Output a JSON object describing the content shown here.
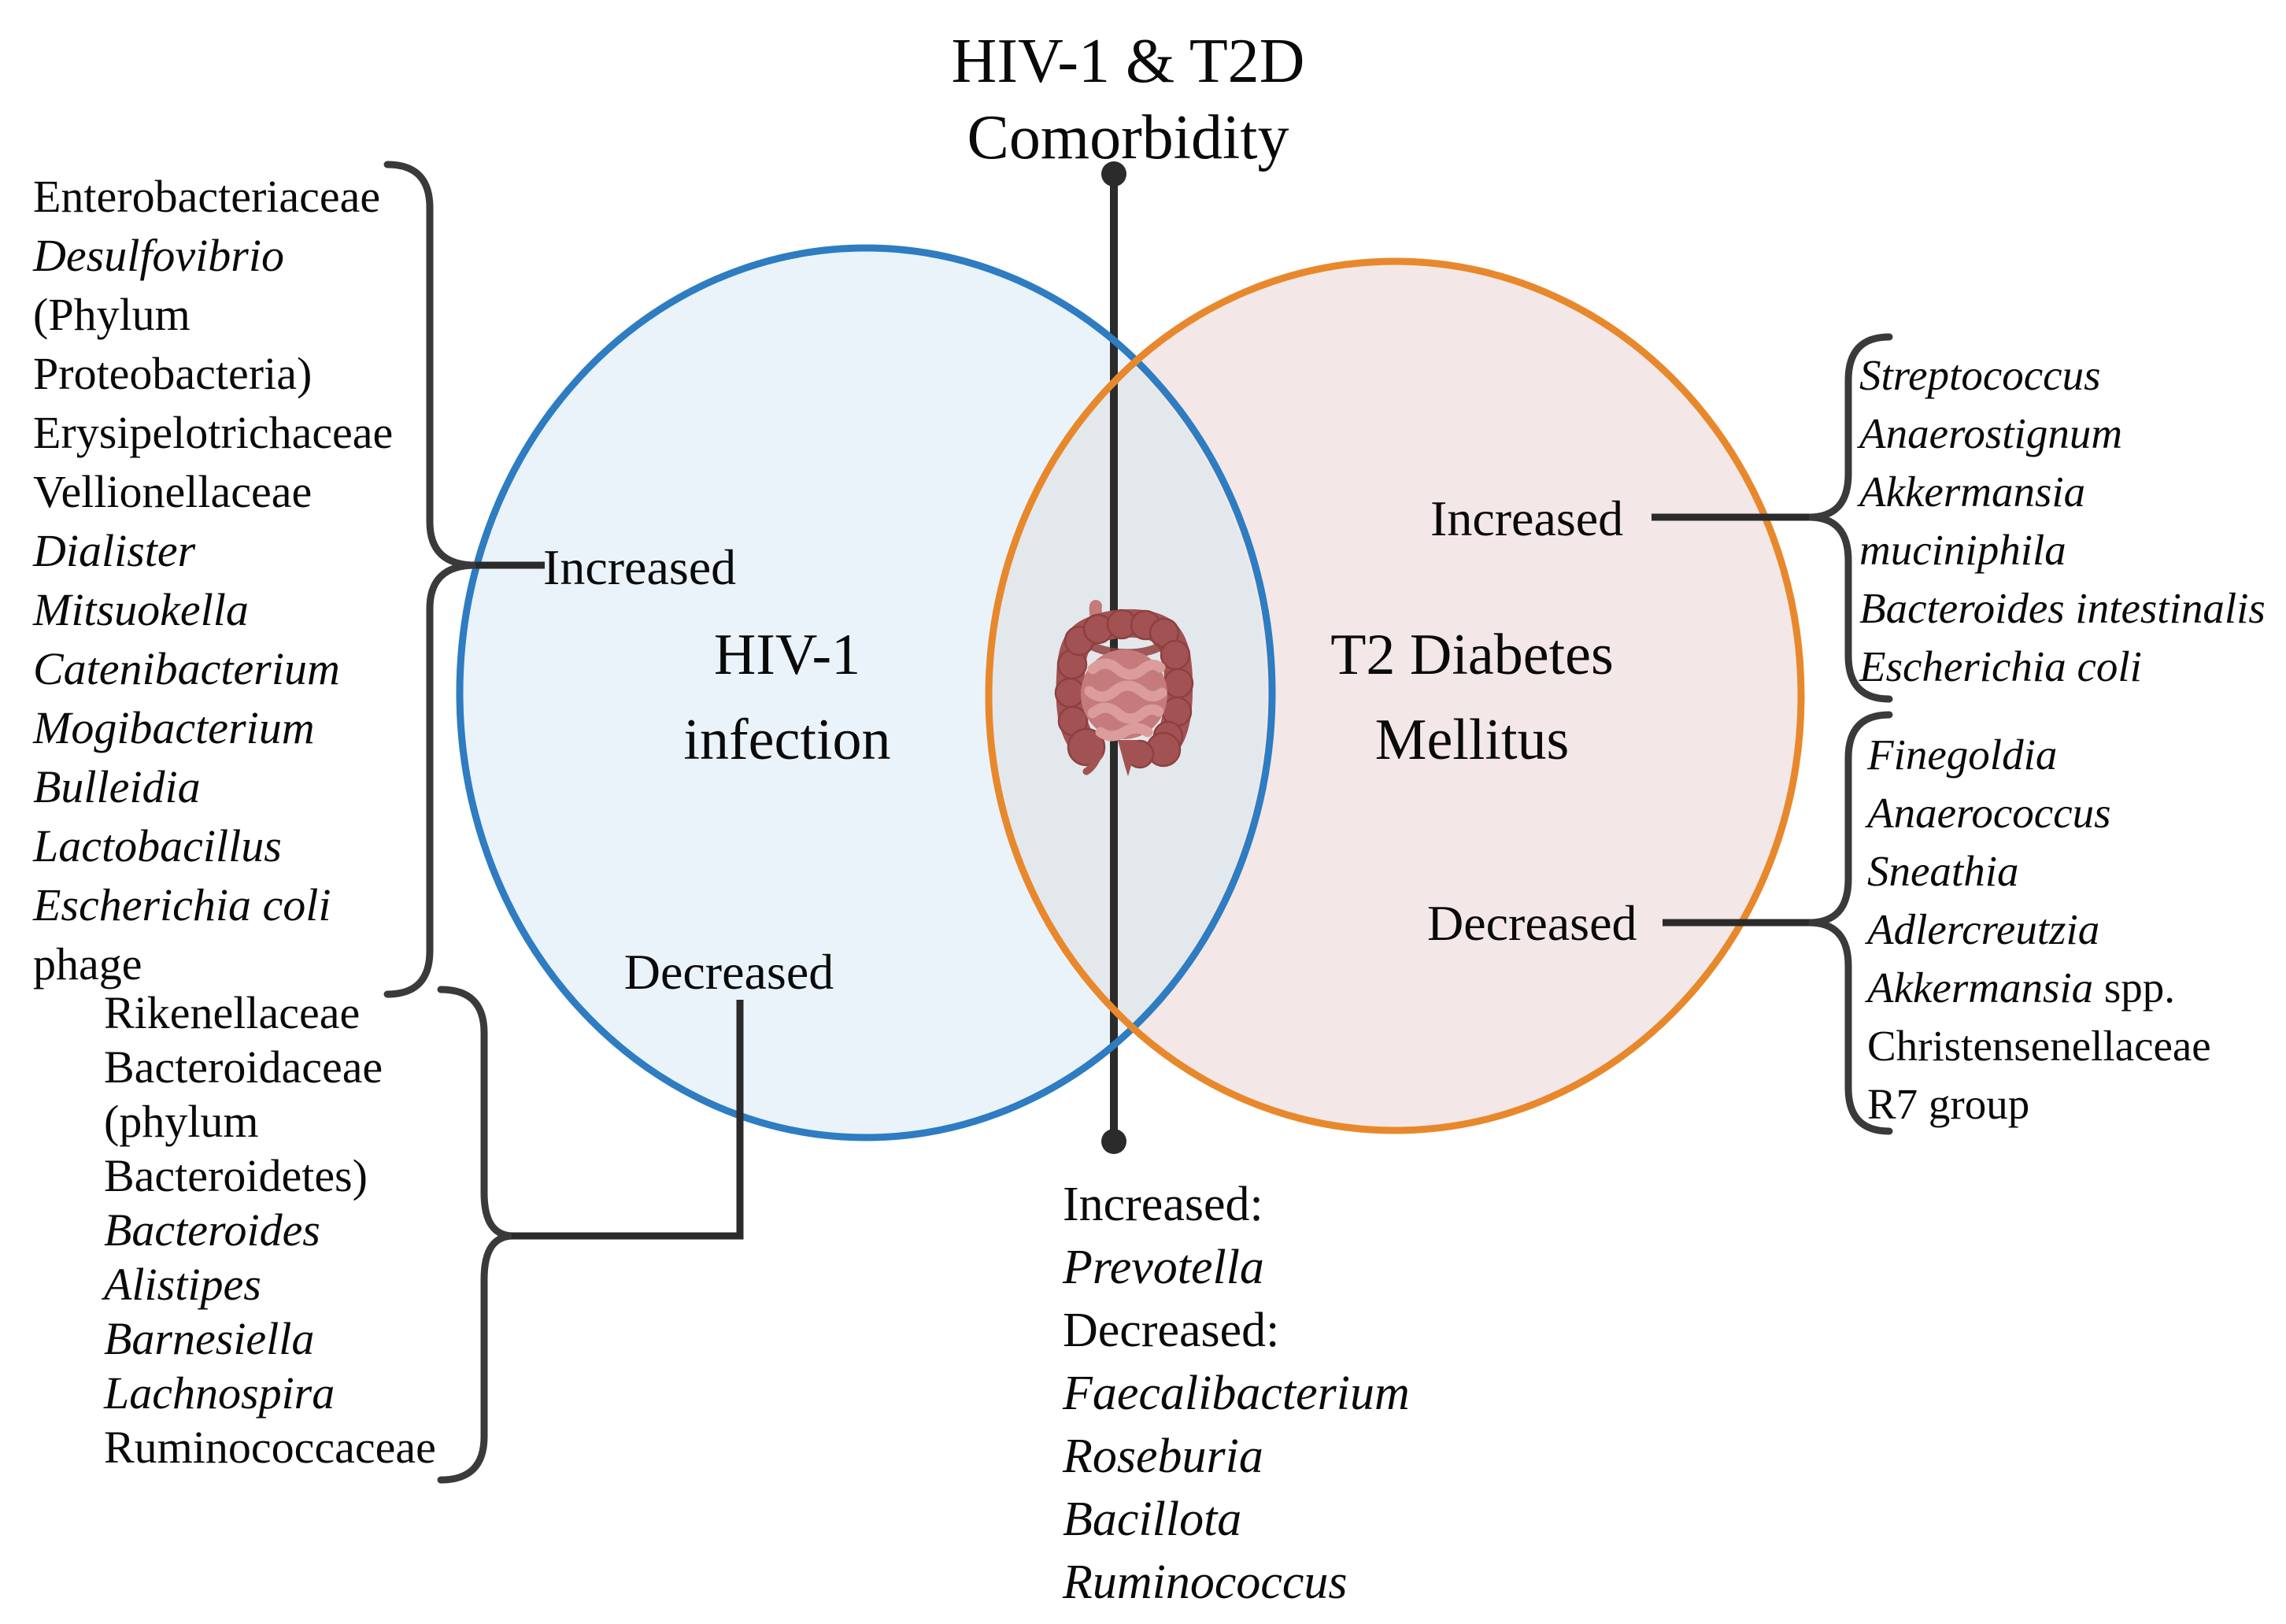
{
  "title": {
    "line1": "HIV-1 & T2D",
    "line2": "Comorbidity"
  },
  "venn": {
    "left_circle": {
      "line1": "HIV-1",
      "line2": "infection",
      "increased_label": "Increased",
      "decreased_label": "Decreased"
    },
    "right_circle": {
      "line1": "T2 Diabetes",
      "line2": "Mellitus",
      "increased_label": "Increased",
      "decreased_label": "Decreased"
    },
    "center_icon": "intestine-icon"
  },
  "lists": {
    "hiv_increased": [
      [
        {
          "t": "Enterobacteriaceae",
          "i": false
        }
      ],
      [
        {
          "t": "Desulfovibrio",
          "i": true
        }
      ],
      [
        {
          "t": "(Phylum",
          "i": false
        }
      ],
      [
        {
          "t": "Proteobacteria)",
          "i": false
        }
      ],
      [
        {
          "t": "Erysipelotrichaceae",
          "i": false
        }
      ],
      [
        {
          "t": "Vellionellaceae",
          "i": false
        }
      ],
      [
        {
          "t": "Dialister",
          "i": true
        }
      ],
      [
        {
          "t": "Mitsuokella",
          "i": true
        }
      ],
      [
        {
          "t": "Catenibacterium",
          "i": true
        }
      ],
      [
        {
          "t": "Mogibacterium",
          "i": true
        }
      ],
      [
        {
          "t": "Bulleidia",
          "i": true
        }
      ],
      [
        {
          "t": "Lactobacillus",
          "i": true
        }
      ],
      [
        {
          "t": "Escherichia coli",
          "i": true
        }
      ],
      [
        {
          "t": "phage",
          "i": false
        }
      ]
    ],
    "hiv_decreased": [
      [
        {
          "t": "Rikenellaceae",
          "i": false
        }
      ],
      [
        {
          "t": "Bacteroidaceae",
          "i": false
        }
      ],
      [
        {
          "t": "(phylum",
          "i": false
        }
      ],
      [
        {
          "t": "Bacteroidetes)",
          "i": false
        }
      ],
      [
        {
          "t": "Bacteroides",
          "i": true
        }
      ],
      [
        {
          "t": "Alistipes",
          "i": true
        }
      ],
      [
        {
          "t": "Barnesiella",
          "i": true
        }
      ],
      [
        {
          "t": "Lachnospira",
          "i": true
        }
      ],
      [
        {
          "t": "Ruminococcaceae",
          "i": false
        }
      ]
    ],
    "t2d_increased": [
      [
        {
          "t": "Streptococcus",
          "i": true
        }
      ],
      [
        {
          "t": "Anaerostignum",
          "i": true
        }
      ],
      [
        {
          "t": "Akkermansia",
          "i": true
        }
      ],
      [
        {
          "t": "muciniphila",
          "i": true
        }
      ],
      [
        {
          "t": "Bacteroides intestinalis",
          "i": true
        }
      ],
      [
        {
          "t": "Escherichia coli",
          "i": true
        }
      ]
    ],
    "t2d_decreased": [
      [
        {
          "t": "Finegoldia",
          "i": true
        }
      ],
      [
        {
          "t": "Anaerococcus",
          "i": true
        }
      ],
      [
        {
          "t": "Sneathia",
          "i": true
        }
      ],
      [
        {
          "t": "Adlercreutzia",
          "i": true
        }
      ],
      [
        {
          "t": "Akkermansia",
          "i": true
        },
        {
          "t": " spp.",
          "i": false
        }
      ],
      [
        {
          "t": "Christensenellaceae",
          "i": false
        }
      ],
      [
        {
          "t": "R7 group",
          "i": false
        }
      ]
    ],
    "comorbidity": [
      [
        {
          "t": "Increased:",
          "i": false
        }
      ],
      [
        {
          "t": "Prevotella",
          "i": true
        }
      ],
      [
        {
          "t": "Decreased:",
          "i": false
        }
      ],
      [
        {
          "t": "Faecalibacterium",
          "i": true
        }
      ],
      [
        {
          "t": "Roseburia",
          "i": true
        }
      ],
      [
        {
          "t": "Bacillota",
          "i": true
        }
      ],
      [
        {
          "t": "Ruminococcus",
          "i": true
        }
      ]
    ]
  },
  "colors": {
    "blue_stroke": "#2E7CC1",
    "orange_stroke": "#E8882C",
    "left_fill": "#EAF3FA",
    "right_fill": "#F3E8E7",
    "overlap_fill": "#E3E8EC",
    "line": "#2B2B2B",
    "brace": "#3A3A3A",
    "intestine_dark": "#A25252",
    "intestine_outline": "#8E4040",
    "intestine_light": "#C57B7B",
    "intestine_highlight": "#DC9C9C"
  }
}
